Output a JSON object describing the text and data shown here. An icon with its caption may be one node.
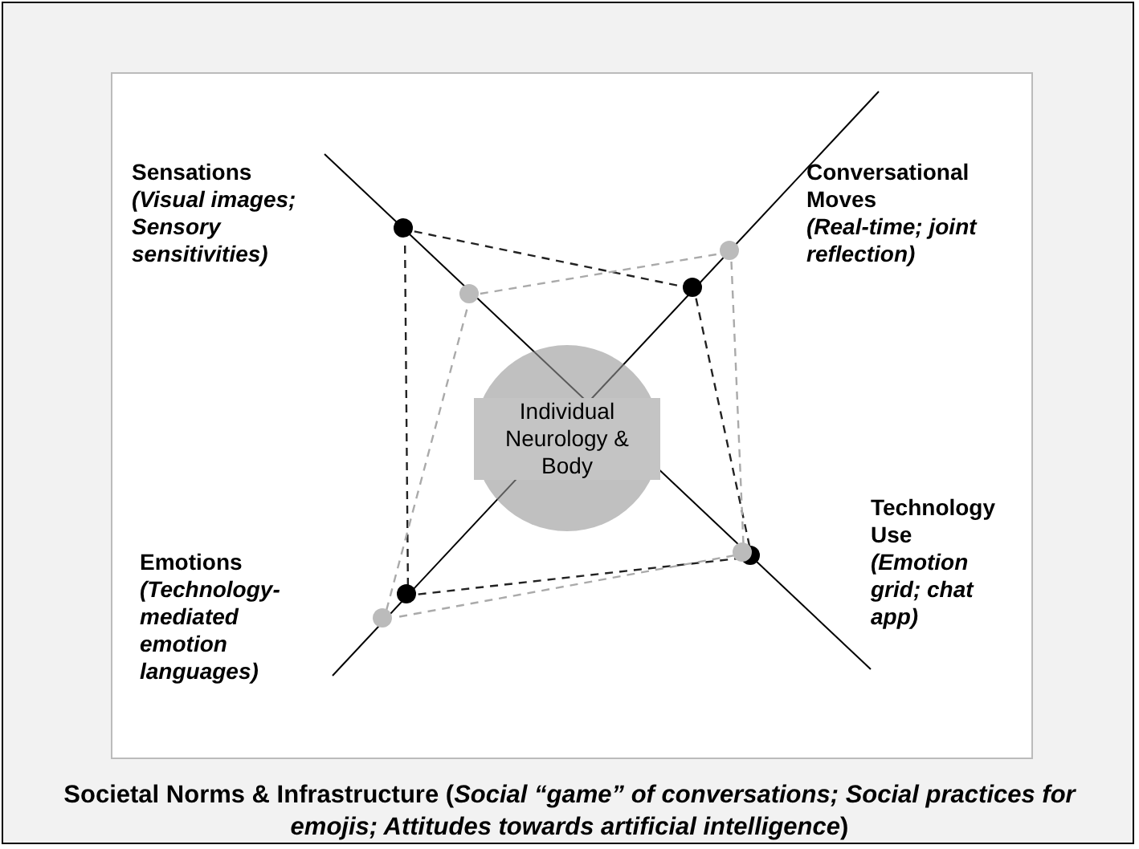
{
  "diagram": {
    "nodes": [
      {
        "text": [
          "Societal Norms & Infrastructure (*Social “game” of conversations; Social practices for emojis; Attitudes towards artificial intelligence*)"
        ]
      },
      {
        "text": [],
        "shape": "box",
        "in": 0
      },
      {
        "text": [
          "Individual Neurology & Body"
        ],
        "in": 1
      },
      {
        "text": [],
        "shape": "circle",
        "in": 1
      },
      {
        "text": [],
        "shape": "circle",
        "in": 1
      },
      {
        "text": [],
        "shape": "circle",
        "in": 1
      },
      {
        "text": [],
        "shape": "circle",
        "in": 1
      },
      {
        "text": [],
        "shape": "circle",
        "in": 1
      },
      {
        "text": [],
        "shape": "circle",
        "in": 1
      },
      {
        "text": [],
        "shape": "circle",
        "in": 1
      },
      {
        "text": [],
        "shape": "circle",
        "in": 1
      }
    ],
    "edges": [
      {
        "from": 3,
        "to": 4,
        "arrow": "none",
        "style": "dashed"
      },
      {
        "from": 4,
        "to": 5,
        "arrow": "none",
        "style": "dashed"
      },
      {
        "from": 5,
        "to": 6,
        "arrow": "none",
        "style": "dashed"
      },
      {
        "from": 6,
        "to": 3,
        "arrow": "none",
        "style": "dashed"
      },
      {
        "from": 8,
        "to": 7,
        "arrow": "none",
        "style": "dashed",
        "color": "#aaaaaa"
      },
      {
        "from": 7,
        "to": 9,
        "arrow": "none",
        "style": "dashed",
        "color": "#aaaaaa"
      },
      {
        "from": 9,
        "to": 10,
        "arrow": "none",
        "style": "dashed",
        "color": "#aaaaaa"
      },
      {
        "from": 10,
        "to": 8,
        "arrow": "none",
        "style": "dashed",
        "color": "#aaaaaa"
      }
    ],
    "labels": [
      "Sensations",
      "(Visual images; Sensory sensitivities)",
      "Conversational Moves",
      "(Real-time; joint reflection)",
      "Emotions",
      "(Technology-mediated emotion languages)",
      "Technology Use",
      "(Emotion grid; chat app)"
    ]
  }
}
